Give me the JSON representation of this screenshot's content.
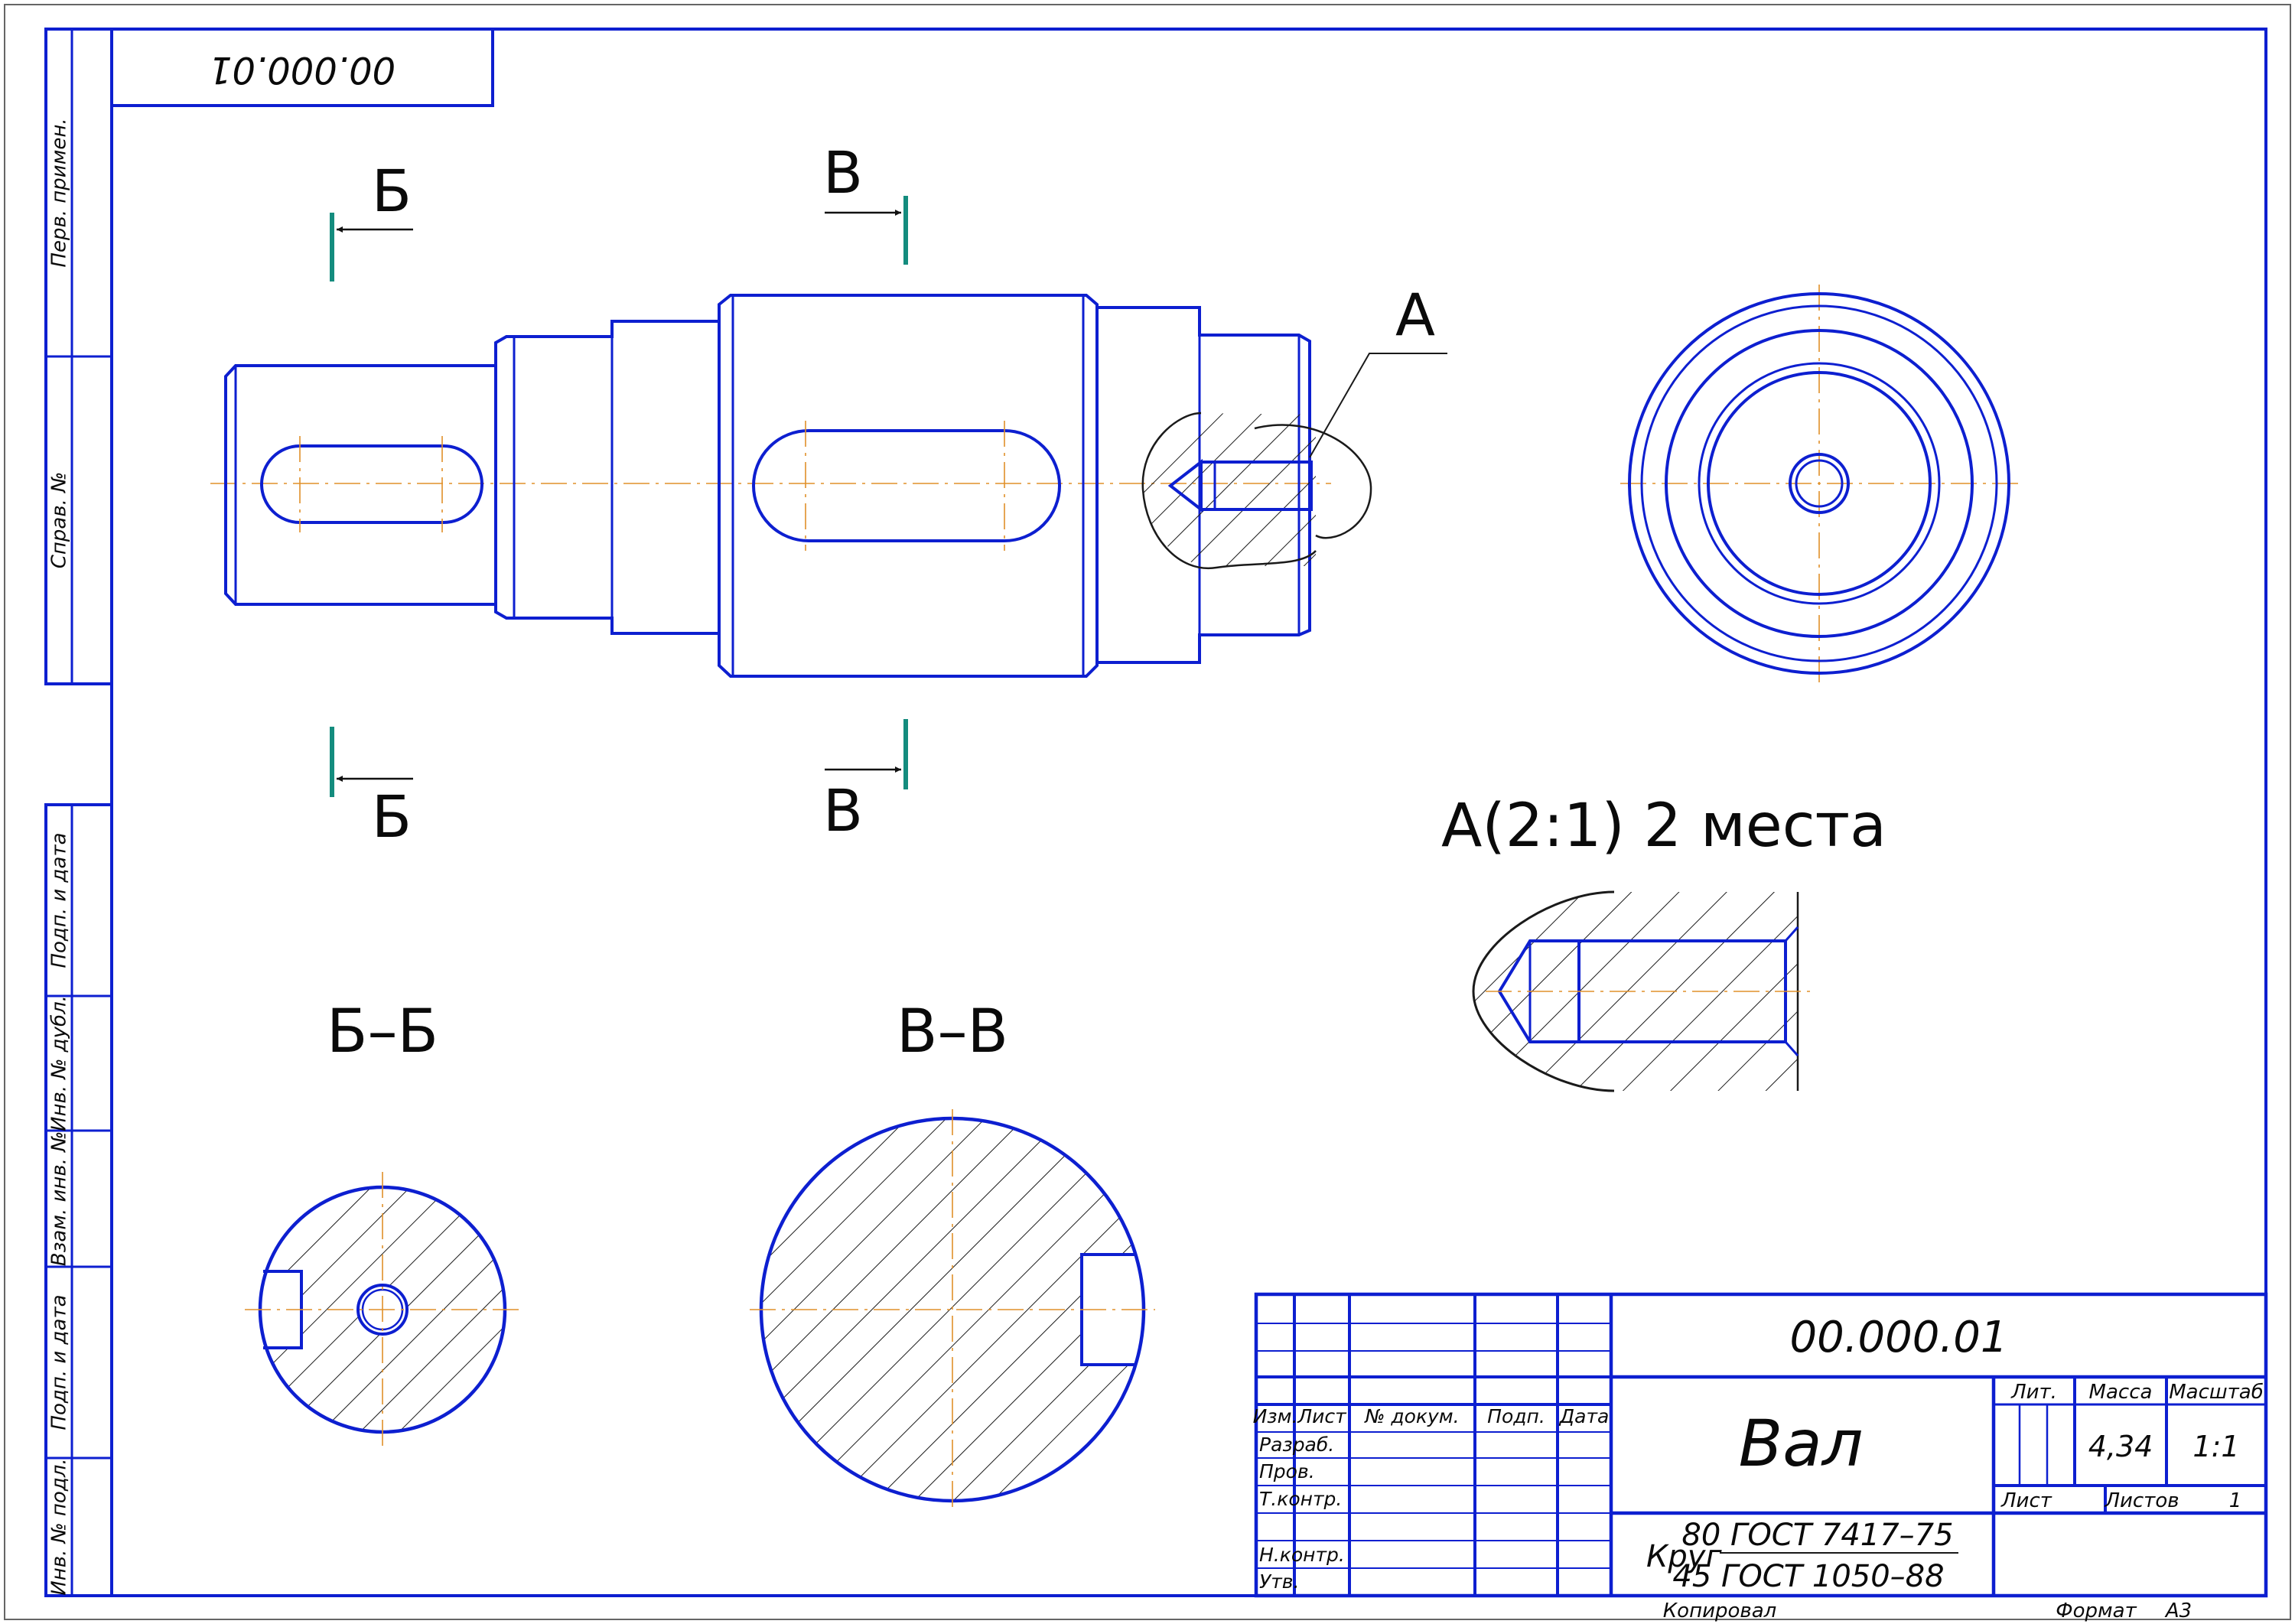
{
  "colors": {
    "outline": "#0d1fd0",
    "axis": "#e0902a",
    "section_mark": "#148c7e",
    "text": "#0a0a0a"
  },
  "top_stamp": "00.000.01",
  "left_strip": {
    "perv_primen": "Перв. примен.",
    "sprav_no": "Справ. №",
    "podp_data_1": "Подп. и дата",
    "inv_dubl": "Инв. № дубл.",
    "vzam_inv": "Взам. инв. №",
    "podp_data_2": "Подп. и дата",
    "inv_podl": "Инв. № подл."
  },
  "section_marks": {
    "b": "Б",
    "v": "В",
    "a": "А"
  },
  "view_titles": {
    "section_bb": "Б–Б",
    "section_vv": "В–В",
    "detail_a": "А(2:1) 2 места"
  },
  "title_block": {
    "designation": "00.000.01",
    "name": "Вал",
    "headers": {
      "izm": "Изм.",
      "list": "Лист",
      "dokum": "№ докум.",
      "podp": "Подп.",
      "data": "Дата"
    },
    "roles": {
      "razrab": "Разраб.",
      "prov": "Пров.",
      "tkontr": "Т.контр.",
      "nkontr": "Н.контр.",
      "utv": "Утв."
    },
    "lit_label": "Лит.",
    "mass_label": "Масса",
    "scale_label": "Масштаб",
    "mass_value": "4,34",
    "scale_value": "1:1",
    "sheet_label": "Лист",
    "sheets_label": "Листов",
    "sheets_value": "1",
    "material_prefix": "Круг",
    "material_top": "80 ГОСТ 7417–75",
    "material_bottom": "45 ГОСТ 1050–88",
    "copied_label": "Копировал",
    "format_label": "Формат",
    "format_value": "А3"
  }
}
